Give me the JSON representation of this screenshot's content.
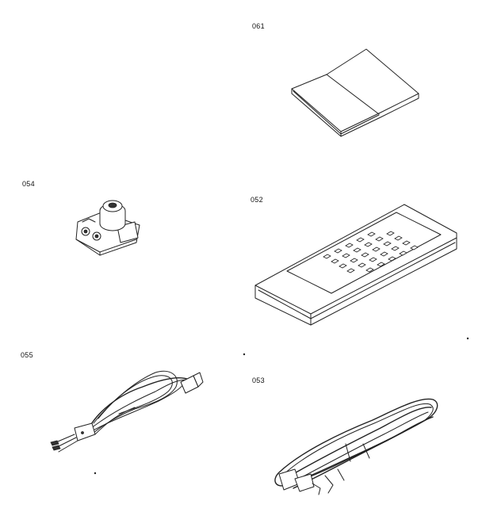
{
  "parts": [
    {
      "id": "manual",
      "number": "061",
      "icon": "manual-icon"
    },
    {
      "id": "adapter",
      "number": "054",
      "icon": "adapter-icon"
    },
    {
      "id": "remote",
      "number": "052",
      "icon": "remote-control-icon"
    },
    {
      "id": "cable",
      "number": "055",
      "icon": "antenna-cable-icon"
    },
    {
      "id": "wire",
      "number": "053",
      "icon": "coiled-wire-icon"
    }
  ]
}
